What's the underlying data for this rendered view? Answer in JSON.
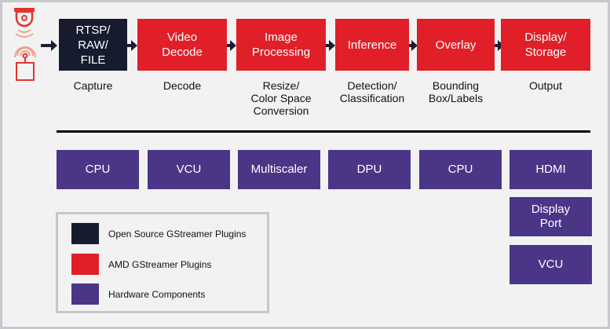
{
  "colors": {
    "open_source": "#161c2d",
    "amd": "#e01f28",
    "hardware": "#4b3587",
    "icon": "#e0352e"
  },
  "icons": [
    "camera-icon",
    "antenna-sensor-icon"
  ],
  "pipeline": [
    {
      "label": "RTSP/\nRAW/\nFILE",
      "sub": "Capture",
      "type": "open_source"
    },
    {
      "label": "Video\nDecode",
      "sub": "Decode",
      "type": "amd"
    },
    {
      "label": "Image\nProcessing",
      "sub": "Resize/\nColor Space\nConversion",
      "type": "amd"
    },
    {
      "label": "Inference",
      "sub": "Detection/\nClassification",
      "type": "amd"
    },
    {
      "label": "Overlay",
      "sub": "Bounding\nBox/Labels",
      "type": "amd"
    },
    {
      "label": "Display/\nStorage",
      "sub": "Output",
      "type": "amd"
    }
  ],
  "hardware": [
    {
      "label": "CPU"
    },
    {
      "label": "VCU"
    },
    {
      "label": "Multiscaler"
    },
    {
      "label": "DPU"
    },
    {
      "label": "CPU"
    },
    {
      "label": "HDMI"
    },
    {
      "label": "Display\nPort"
    },
    {
      "label": "VCU"
    }
  ],
  "legend": [
    {
      "label": "Open Source GStreamer Plugins",
      "type": "open_source"
    },
    {
      "label": "AMD GStreamer Plugins",
      "type": "amd"
    },
    {
      "label": "Hardware Components",
      "type": "hardware"
    }
  ]
}
